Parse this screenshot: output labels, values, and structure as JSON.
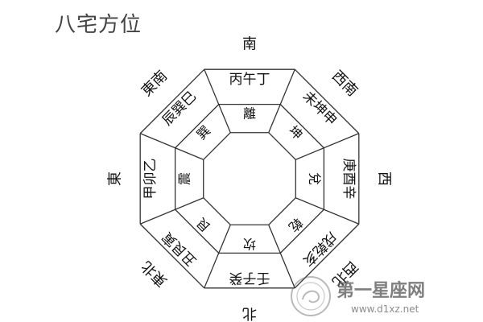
{
  "title": "八宅方位",
  "directions": {
    "south": "南",
    "southwest": "西南",
    "west": "西",
    "northwest": "西北",
    "north": "北",
    "northeast": "東北",
    "east": "東",
    "southeast": "東南"
  },
  "outer_ring": {
    "south": "丙午丁",
    "southwest": "未坤申",
    "west": "庚酉辛",
    "northwest": "戌乾亥",
    "north": "壬子癸",
    "northeast": "丑艮寅",
    "east": "甲卯乙",
    "southeast": "辰巽巳"
  },
  "inner_ring": {
    "south": "離",
    "southwest": "坤",
    "west": "兌",
    "northwest": "乾",
    "north": "坎",
    "northeast": "艮",
    "east": "震",
    "southeast": "巽"
  },
  "watermark": {
    "main": "第一星座网",
    "url": "www.d1xz.net"
  }
}
